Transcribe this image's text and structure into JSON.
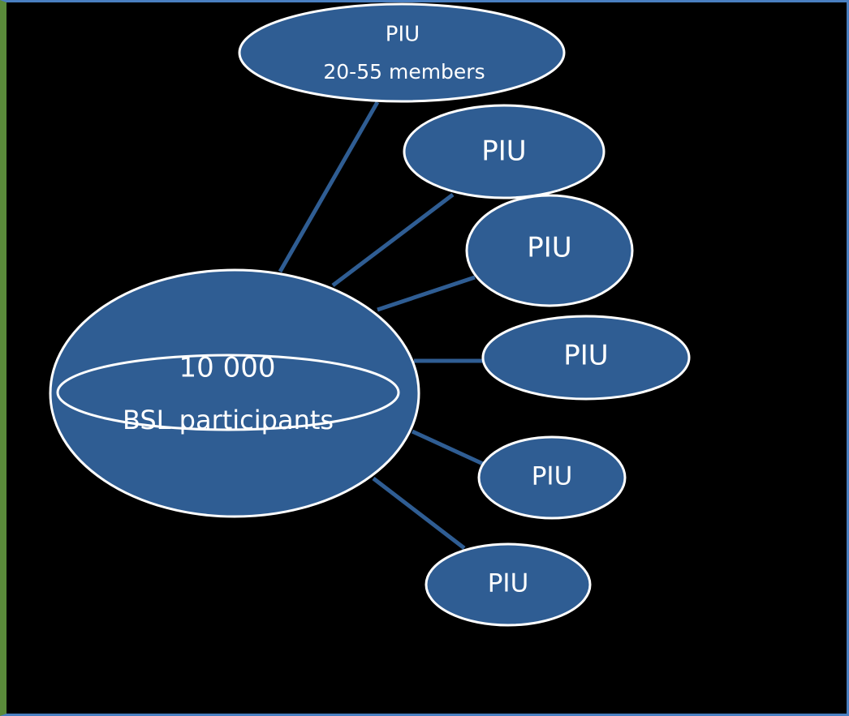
{
  "diagram": {
    "hub": {
      "line1": "10 000",
      "line2": "BSL participants"
    },
    "top_node": {
      "line1": "PIU",
      "line2": "20-55 members"
    },
    "nodes": [
      {
        "label": "PIU"
      },
      {
        "label": "PIU"
      },
      {
        "label": "PIU"
      },
      {
        "label": "PIU"
      },
      {
        "label": "PIU"
      }
    ],
    "colors": {
      "background": "#000000",
      "node_fill": "#2f5d93",
      "node_stroke": "#ffffff",
      "connector": "#2f5d93"
    }
  }
}
